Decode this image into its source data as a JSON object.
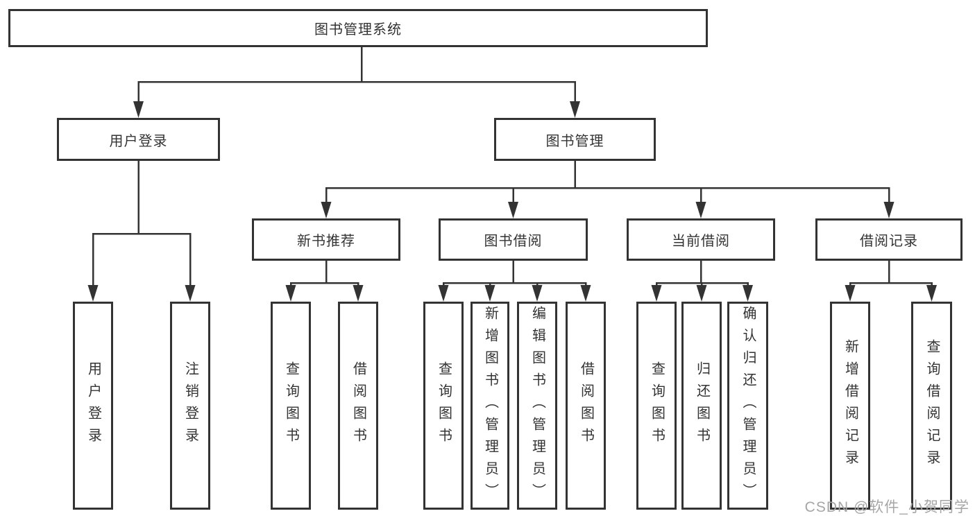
{
  "diagram": {
    "type": "hierarchy-diagram",
    "root": "图书管理系统",
    "children": [
      {
        "label": "用户登录",
        "children": [
          "用户登录",
          "注销登录"
        ]
      },
      {
        "label": "图书管理",
        "children": [
          {
            "label": "新书推荐",
            "children": [
              "查询图书",
              "借阅图书"
            ]
          },
          {
            "label": "图书借阅",
            "children": [
              "查询图书",
              "新增图书（管理员）",
              "编辑图书（管理员）",
              "借阅图书"
            ]
          },
          {
            "label": "当前借阅",
            "children": [
              "查询图书",
              "归还图书",
              "确认归还（管理员）"
            ]
          },
          {
            "label": "借阅记录",
            "children": [
              "新增借阅记录",
              "查询借阅记录"
            ]
          }
        ]
      }
    ]
  },
  "watermark": "CSDN @软件_小贺同学",
  "colors": {
    "line": "#333333",
    "text": "#333333",
    "background": "#ffffff",
    "watermark": "#a6a6a6"
  }
}
